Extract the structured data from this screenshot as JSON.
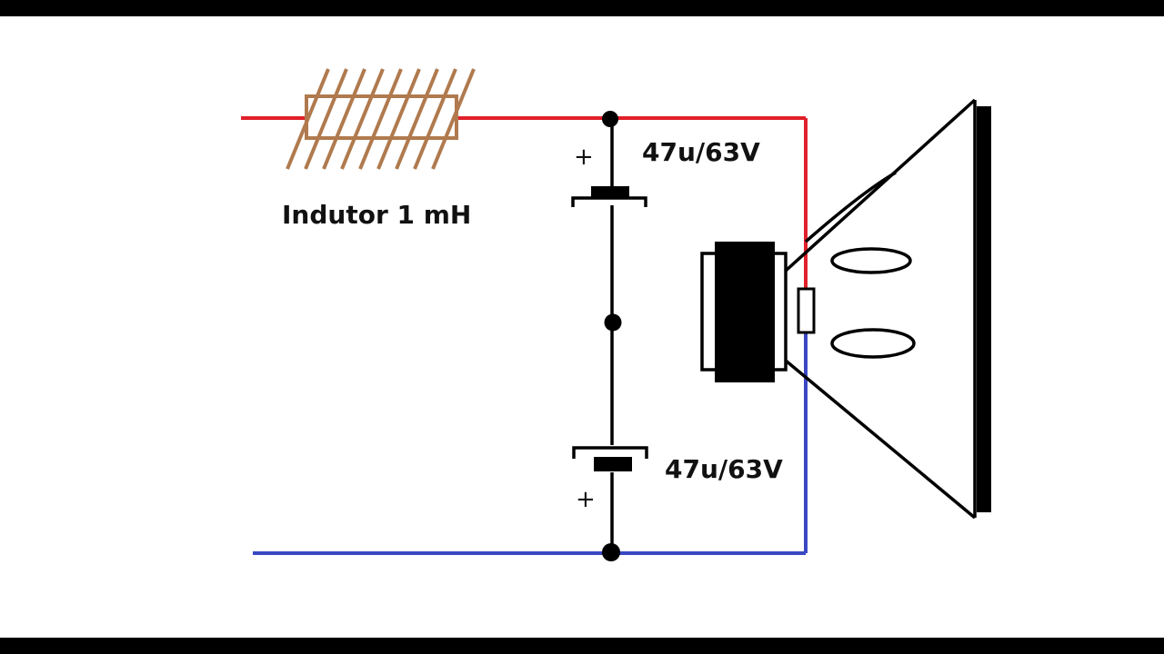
{
  "diagram": {
    "inductor_label": "Indutor 1 mH",
    "capacitor_top_label": "47u/63V",
    "capacitor_bottom_label": "47u/63V",
    "capacitor_top_polarity": "+",
    "capacitor_bottom_polarity": "+"
  },
  "colors": {
    "positive_wire": "#e0202a",
    "negative_wire": "#3a48c4",
    "inductor": "#b07a4e",
    "ink": "#000000"
  }
}
